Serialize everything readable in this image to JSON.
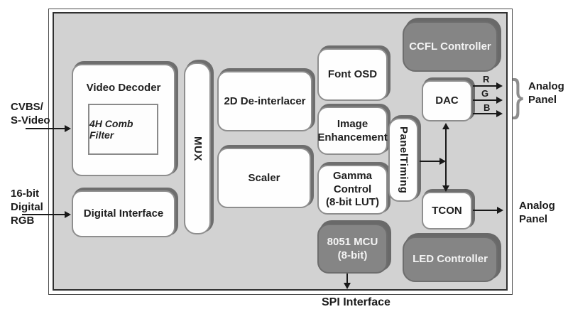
{
  "colors": {
    "chip_background": "#d2d2d2",
    "block_fill": "#fefefe",
    "block_border": "#8e8e8e",
    "block_shadow": "#6e6e6e",
    "dark_block_fill": "#858585",
    "frame_border": "#303030",
    "arrow": "#191919"
  },
  "inputs": {
    "cvbs_label": "CVBS/\nS-Video",
    "rgb_label": "16-bit\nDigital\nRGB"
  },
  "blocks": {
    "video_decoder": "Video Decoder",
    "comb_filter": "4H Comb Filter",
    "digital_interface": "Digital Interface",
    "mux": "MUX",
    "deinterlacer": "2D De-interlacer",
    "scaler": "Scaler",
    "font_osd": "Font OSD",
    "image_enhancement": "Image\nEnhancement",
    "gamma_control": "Gamma\nControl\n(8-bit LUT)",
    "mcu": "8051 MCU\n(8-bit)",
    "panel_timing": "PanelTiming",
    "ccfl_controller": "CCFL Controller",
    "dac": "DAC",
    "tcon": "TCON",
    "led_controller": "LED Controller"
  },
  "outputs": {
    "r": "R",
    "g": "G",
    "b": "B",
    "brace": "}",
    "analog_panel_top": "Analog\nPanel",
    "analog_panel_bottom": "Analog\nPanel",
    "spi": "SPI Interface"
  }
}
